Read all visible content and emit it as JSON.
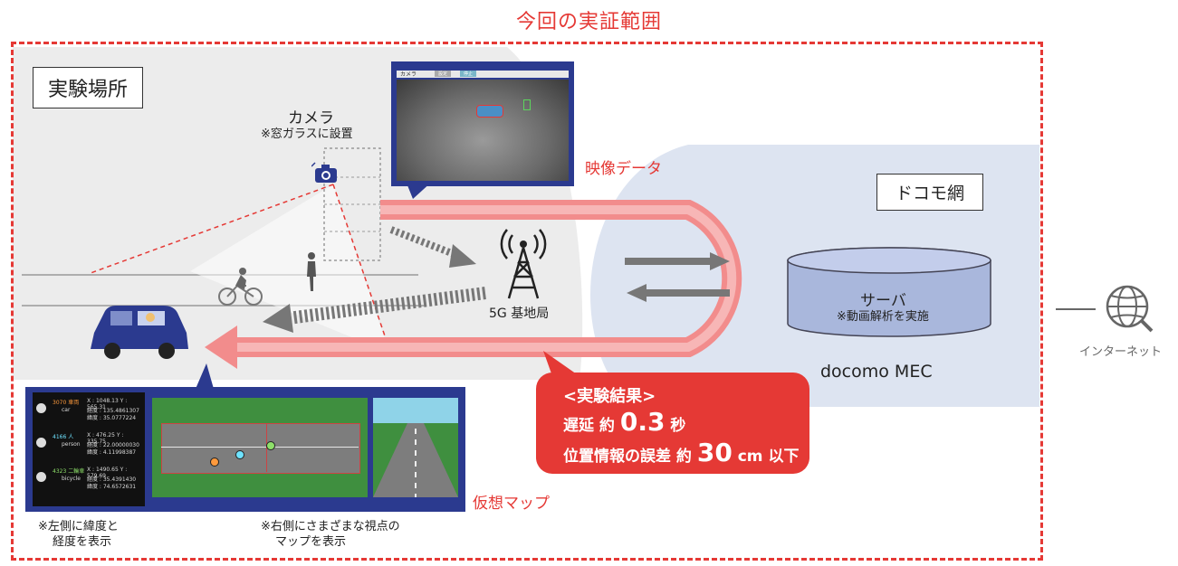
{
  "title": "今回の実証範囲",
  "site_label": "実験場所",
  "camera": {
    "name": "カメラ",
    "note": "※窓ガラスに設置"
  },
  "video_data_label": "映像データ",
  "docomo_net_label": "ドコモ網",
  "base_station_label": "5G 基地局",
  "server": {
    "name": "サーバ",
    "note": "※動画解析を実施"
  },
  "mec_label": "docomo MEC",
  "internet_label": "インターネット",
  "result": {
    "heading": "<実験結果>",
    "delay_prefix": "遅延 約",
    "delay_value": "0.3",
    "delay_unit": "秒",
    "accuracy_prefix": "位置情報の誤差 約",
    "accuracy_value": "30",
    "accuracy_unit": "cm 以下"
  },
  "virtual_map_label": "仮想マップ",
  "note_left": [
    "※左側に緯度と",
    "経度を表示"
  ],
  "note_right": [
    "※右側にさまざまな視点の",
    "マップを表示"
  ],
  "camera_screen": {
    "tab1": "カメラ",
    "tab2": "設定",
    "tab3": "停止"
  },
  "map_panel_rows": [
    {
      "id": "3070",
      "type": "車両",
      "sub": "car",
      "xy": "X : 1048.13  Y : 565.31",
      "l1": "経度 : 135.4861307",
      "l2": "緯度 : 35.0777224"
    },
    {
      "id": "4166",
      "type": "人",
      "sub": "person",
      "xy": "X : 476.25  Y : 335.75",
      "l1": "経度 : 22.00000030",
      "l2": "緯度 : 4.11998387"
    },
    {
      "id": "4323",
      "type": "二輪車",
      "sub": "bicycle",
      "xy": "X : 1490.65  Y : 579.69",
      "l1": "経度 : 35.4391430",
      "l2": "緯度 : 74.6572631"
    }
  ],
  "colors": {
    "accent_red": "#e53935",
    "frame_blue": "#2b3a8f",
    "net_blue": "#dde4f1",
    "server_blue": "#a9b7dc"
  }
}
